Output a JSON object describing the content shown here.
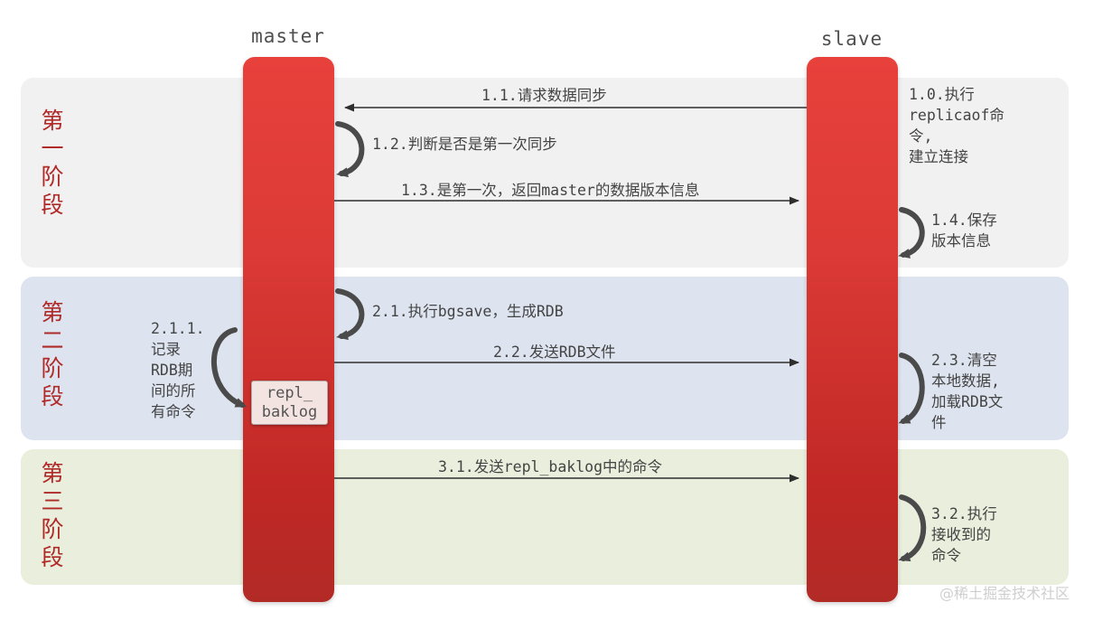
{
  "diagram": {
    "title": "Redis master-slave full synchronization sequence",
    "background": "#ffffff",
    "colors": {
      "lifeline_red": "#d43a35",
      "phase1_band": "#f1f1f1",
      "phase2_band": "#dde4ef",
      "phase3_band": "#e9eedd",
      "phase_label_red": "#b02a28",
      "text_gray": "#444444",
      "baklog_fill": "#f3e3e1",
      "watermark_gray": "#cfcfcf"
    }
  },
  "lifelines": {
    "master": "master",
    "slave": "slave"
  },
  "phases": [
    {
      "id": "phase-1",
      "label": "第一阶段",
      "chars": [
        "第",
        "一",
        "阶",
        "段"
      ]
    },
    {
      "id": "phase-2",
      "label": "第二阶段",
      "chars": [
        "第",
        "二",
        "阶",
        "段"
      ]
    },
    {
      "id": "phase-3",
      "label": "第三阶段",
      "chars": [
        "第",
        "三",
        "阶",
        "段"
      ]
    }
  ],
  "messages": {
    "m11": "1.1.请求数据同步",
    "m12": "1.2.判断是否是第一次同步",
    "m13": "1.3.是第一次，返回master的数据版本信息",
    "m21": "2.1.执行bgsave，生成RDB",
    "m22": "2.2.发送RDB文件",
    "m31": "3.1.发送repl_baklog中的命令"
  },
  "notes": {
    "n10": "1.0.执行replicaof命令，建立连接",
    "n10_lines": [
      "1.0.执行",
      "replicaof命令,",
      "建立连接"
    ],
    "n14": "1.4.保存版本信息",
    "n14_lines": [
      "1.4.保存",
      "版本信息"
    ],
    "n211": "2.1.1.记录RDB期间的所有命令",
    "n211_lines": [
      "2.1.1.",
      "记录",
      "RDB期",
      "间的所",
      "有命令"
    ],
    "n23": "2.3.清空本地数据，加载RDB文件",
    "n23_lines": [
      "2.3.清空",
      "本地数据,",
      "加载RDB文",
      "件"
    ],
    "n32": "3.2.执行接收到的命令",
    "n32_lines": [
      "3.2.执行",
      "接收到的",
      "命令"
    ]
  },
  "objects": {
    "baklog": "repl_\nbaklog",
    "baklog_line1": "repl_",
    "baklog_line2": "baklog"
  },
  "watermark": "@稀土掘金技术社区"
}
